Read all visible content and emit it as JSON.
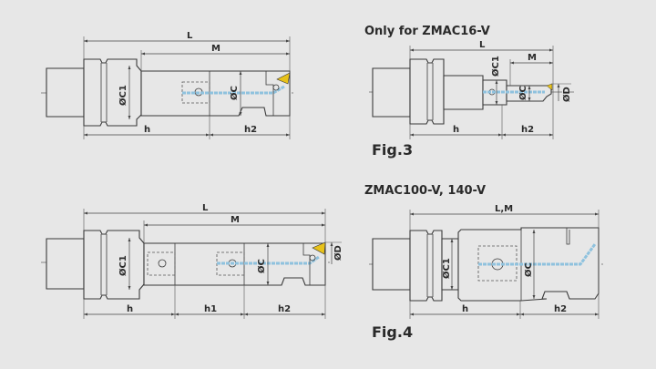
{
  "colors": {
    "background": "#e7e7e7",
    "line": "#3a3a3a",
    "coolant": "#8fc2de",
    "insert": "#e8c21a"
  },
  "fig1": {
    "L": "L",
    "M": "M",
    "h": "h",
    "h2": "h2",
    "C1": "ØC1",
    "C": "ØC"
  },
  "fig3": {
    "title": "Only for ZMAC16-V",
    "caption": "Fig.3",
    "L": "L",
    "M": "M",
    "h": "h",
    "h2": "h2",
    "C1": "ØC1",
    "C": "ØC",
    "D": "ØD"
  },
  "fig2": {
    "L": "L",
    "M": "M",
    "h": "h",
    "h1": "h1",
    "h2": "h2",
    "C1": "ØC1",
    "C": "ØC",
    "D": "ØD"
  },
  "fig4": {
    "title": "ZMAC100-V, 140-V",
    "caption": "Fig.4",
    "LM": "L,M",
    "h": "h",
    "h2": "h2",
    "C1": "ØC1",
    "C": "ØC"
  }
}
